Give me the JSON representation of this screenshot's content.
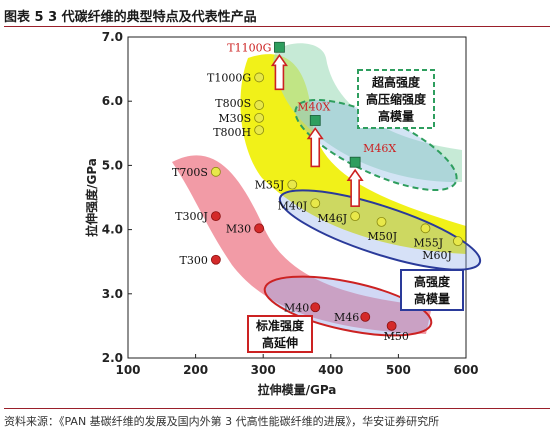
{
  "page": {
    "title": "图表 5 3 代碳纤维的典型特点及代表性产品",
    "source": "资料来源：《PAN 基碳纤维的发展及国内外第 3 代高性能碳纤维的进展》，华安证券研究所"
  },
  "chart_data": {
    "type": "scatter",
    "xlabel": "拉伸模量/GPa",
    "ylabel": "拉伸强度/GPa",
    "xlim": [
      100,
      600
    ],
    "ylim": [
      2.0,
      7.0
    ],
    "xticks": [
      "100",
      "200",
      "300",
      "400",
      "500",
      "600"
    ],
    "yticks": [
      "2.0",
      "3.0",
      "4.0",
      "5.0",
      "6.0",
      "7.0"
    ],
    "grid": false,
    "colors": {
      "red_points": "#d42a2a",
      "yellow_points": "#e8e84a",
      "green_points": "#2e9e5e",
      "red_band": "#f08a96",
      "yellow_band": "#f0f000",
      "green_band": "#a8dfc0",
      "blue_outline": "#2a3a9a",
      "green_outline": "#2e9e5e",
      "red_outline": "#cc2222",
      "arrow": "#cc2222"
    },
    "series": [
      {
        "group": "red",
        "points": [
          {
            "label": "T300",
            "x": 230,
            "y": 3.53
          },
          {
            "label": "T300J",
            "x": 230,
            "y": 4.21
          },
          {
            "label": "M30",
            "x": 294,
            "y": 4.02
          },
          {
            "label": "M40",
            "x": 377,
            "y": 2.79
          },
          {
            "label": "M46",
            "x": 451,
            "y": 2.64
          },
          {
            "label": "M50",
            "x": 490,
            "y": 2.5
          }
        ]
      },
      {
        "group": "yellow",
        "points": [
          {
            "label": "T700S",
            "x": 230,
            "y": 4.9
          },
          {
            "label": "T1000G",
            "x": 294,
            "y": 6.37
          },
          {
            "label": "T800S",
            "x": 294,
            "y": 5.94
          },
          {
            "label": "M30S",
            "x": 294,
            "y": 5.74
          },
          {
            "label": "T800H",
            "x": 294,
            "y": 5.55
          },
          {
            "label": "M35J",
            "x": 343,
            "y": 4.7
          },
          {
            "label": "M40J",
            "x": 377,
            "y": 4.41
          },
          {
            "label": "M46J",
            "x": 436,
            "y": 4.21
          },
          {
            "label": "M50J",
            "x": 475,
            "y": 4.12
          },
          {
            "label": "M55J",
            "x": 540,
            "y": 4.02
          },
          {
            "label": "M60J",
            "x": 588,
            "y": 3.82
          }
        ]
      },
      {
        "group": "green",
        "points": [
          {
            "label": "T1100G",
            "x": 324,
            "y": 6.84
          },
          {
            "label": "M40X",
            "x": 377,
            "y": 5.7
          },
          {
            "label": "M46X",
            "x": 436,
            "y": 5.05
          }
        ]
      }
    ],
    "annotations": [
      {
        "id": "green",
        "lines": [
          "超高强度",
          "高压缩强度",
          "高模量"
        ]
      },
      {
        "id": "blue",
        "lines": [
          "高强度",
          "高模量"
        ]
      },
      {
        "id": "red",
        "lines": [
          "标准强度",
          "高延伸"
        ]
      }
    ]
  }
}
